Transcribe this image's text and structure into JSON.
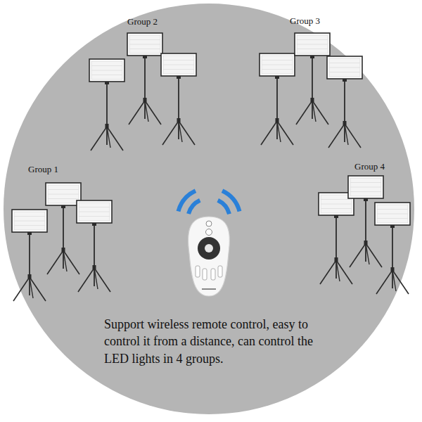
{
  "diagram": {
    "caption": "Support wireless remote control, easy to control it from a distance, can control the LED lights in 4 groups.",
    "labels": [
      "Group 1",
      "Group 2",
      "Group 3",
      "Group 4"
    ]
  }
}
